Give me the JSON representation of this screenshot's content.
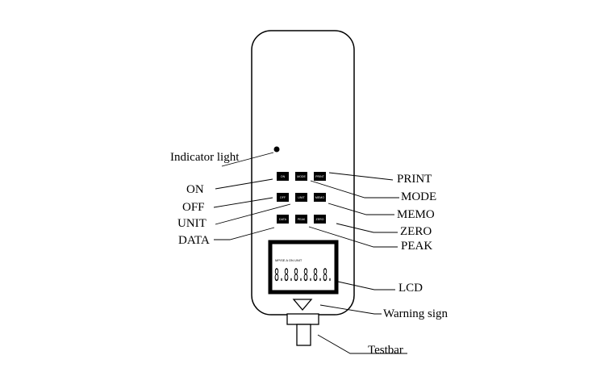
{
  "labels": {
    "indicator_light": "Indicator light",
    "on": "ON",
    "off": "OFF",
    "unit": "UNIT",
    "data": "DATA",
    "print": "PRINT",
    "mode": "MODE",
    "memo": "MEMO",
    "zero": "ZERO",
    "peak": "PEAK",
    "lcd": "LCD",
    "warning_sign": "Warning sign",
    "testbar": "Testbar"
  },
  "buttons": {
    "on": "ON",
    "mode": "MODE",
    "print": "PRINT",
    "off": "OFF",
    "unit": "UNIT",
    "memo": "MEMO",
    "data": "DATA",
    "peak": "PEAK",
    "zero": "ZERO"
  },
  "lcd": {
    "top_row": "MP/SE  A  ON  UNIT",
    "digits": "8.8.8.8.8.8."
  }
}
